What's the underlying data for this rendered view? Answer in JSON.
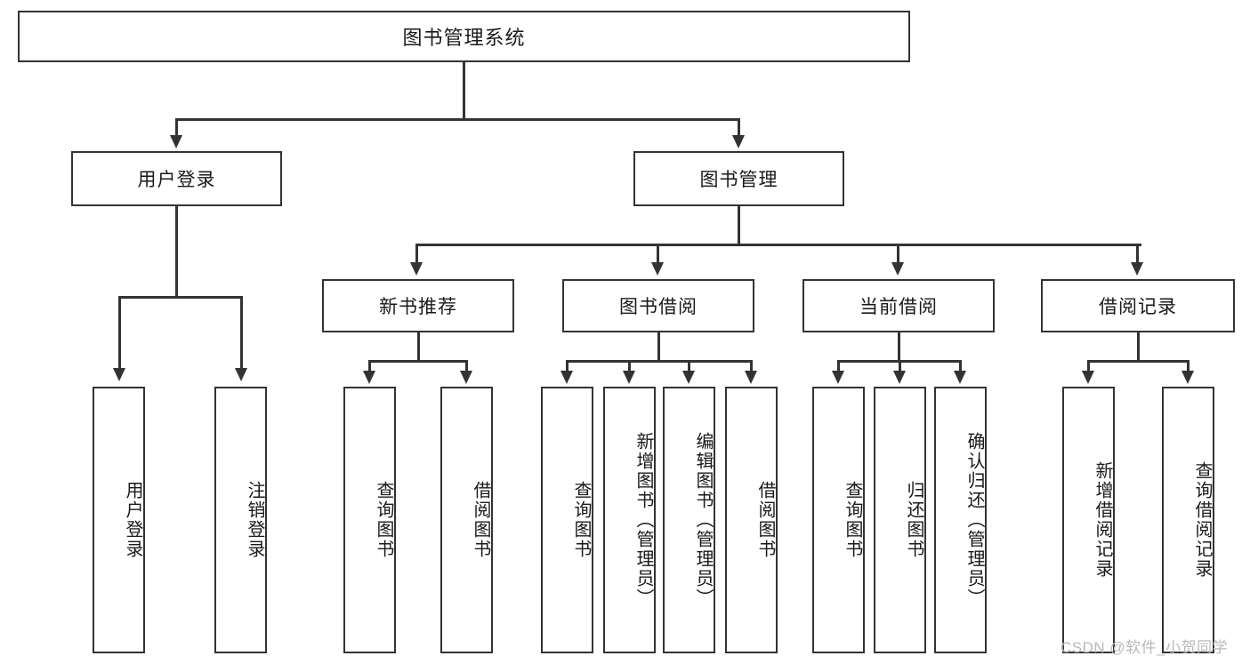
{
  "diagram": {
    "title": "图书管理系统",
    "type": "tree-hierarchy-chart",
    "watermark": "CSDN @软件_小贺同学",
    "colors": {
      "box_border": "#333333",
      "box_fill": "#ffffff",
      "connector": "#333333",
      "text": "#1a1a1a",
      "watermark": "#b9b9b9",
      "background": "#ffffff"
    },
    "root": {
      "label": "图书管理系统"
    },
    "level2": [
      {
        "id": "user-login",
        "label": "用户登录"
      },
      {
        "id": "book-management",
        "label": "图书管理"
      }
    ],
    "level3": [
      {
        "id": "new-book-recommend",
        "label": "新书推荐"
      },
      {
        "id": "book-borrow",
        "label": "图书借阅"
      },
      {
        "id": "current-borrow",
        "label": "当前借阅"
      },
      {
        "id": "borrow-record",
        "label": "借阅记录"
      }
    ],
    "leaves": {
      "user-login": [
        {
          "id": "leaf-user-login",
          "label": "用户登录"
        },
        {
          "id": "leaf-logout",
          "label": "注销登录"
        }
      ],
      "new-book-recommend": [
        {
          "id": "leaf-query-book-1",
          "label": "查询图书"
        },
        {
          "id": "leaf-borrow-book-1",
          "label": "借阅图书"
        }
      ],
      "book-borrow": [
        {
          "id": "leaf-query-book-2",
          "label": "查询图书"
        },
        {
          "id": "leaf-add-book",
          "label": "新增图书（管理员）"
        },
        {
          "id": "leaf-edit-book",
          "label": "编辑图书（管理员）"
        },
        {
          "id": "leaf-borrow-book-2",
          "label": "借阅图书"
        }
      ],
      "current-borrow": [
        {
          "id": "leaf-query-book-3",
          "label": "查询图书"
        },
        {
          "id": "leaf-return-book",
          "label": "归还图书"
        },
        {
          "id": "leaf-confirm-return",
          "label": "确认归还（管理员）"
        }
      ],
      "borrow-record": [
        {
          "id": "leaf-add-record",
          "label": "新增借阅记录"
        },
        {
          "id": "leaf-query-record",
          "label": "查询借阅记录"
        }
      ]
    }
  }
}
